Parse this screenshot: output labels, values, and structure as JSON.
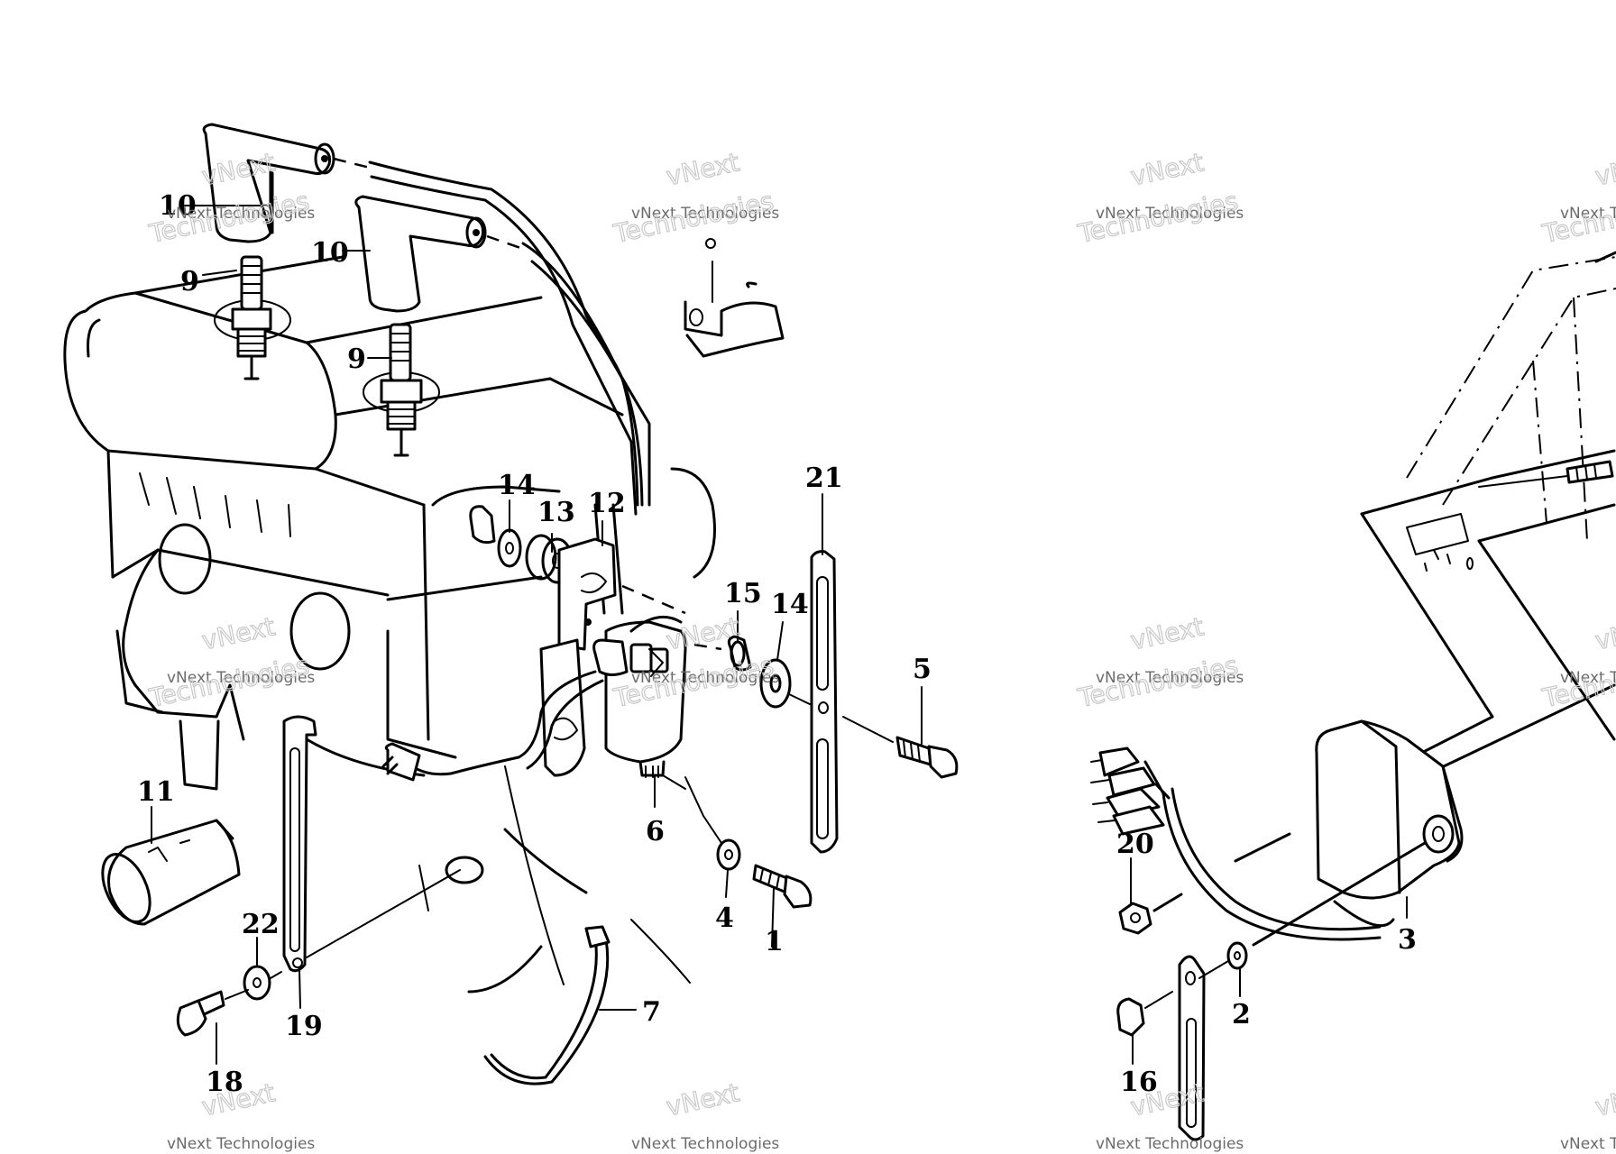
{
  "watermark": {
    "line_top": "vNext",
    "line_small": "vNext Technologies",
    "line_big": "Technologies"
  },
  "callouts": {
    "c1": "1",
    "c2": "2",
    "c3": "3",
    "c4": "4",
    "c5": "5",
    "c6": "6",
    "c7": "7",
    "c9a": "9",
    "c9b": "9",
    "c10a": "10",
    "c10b": "10",
    "c11": "11",
    "c12": "12",
    "c13": "13",
    "c14a": "14",
    "c14b": "14",
    "c15": "15",
    "c16": "16",
    "c18": "18",
    "c19": "19",
    "c20": "20",
    "c21": "21",
    "c22": "22"
  }
}
